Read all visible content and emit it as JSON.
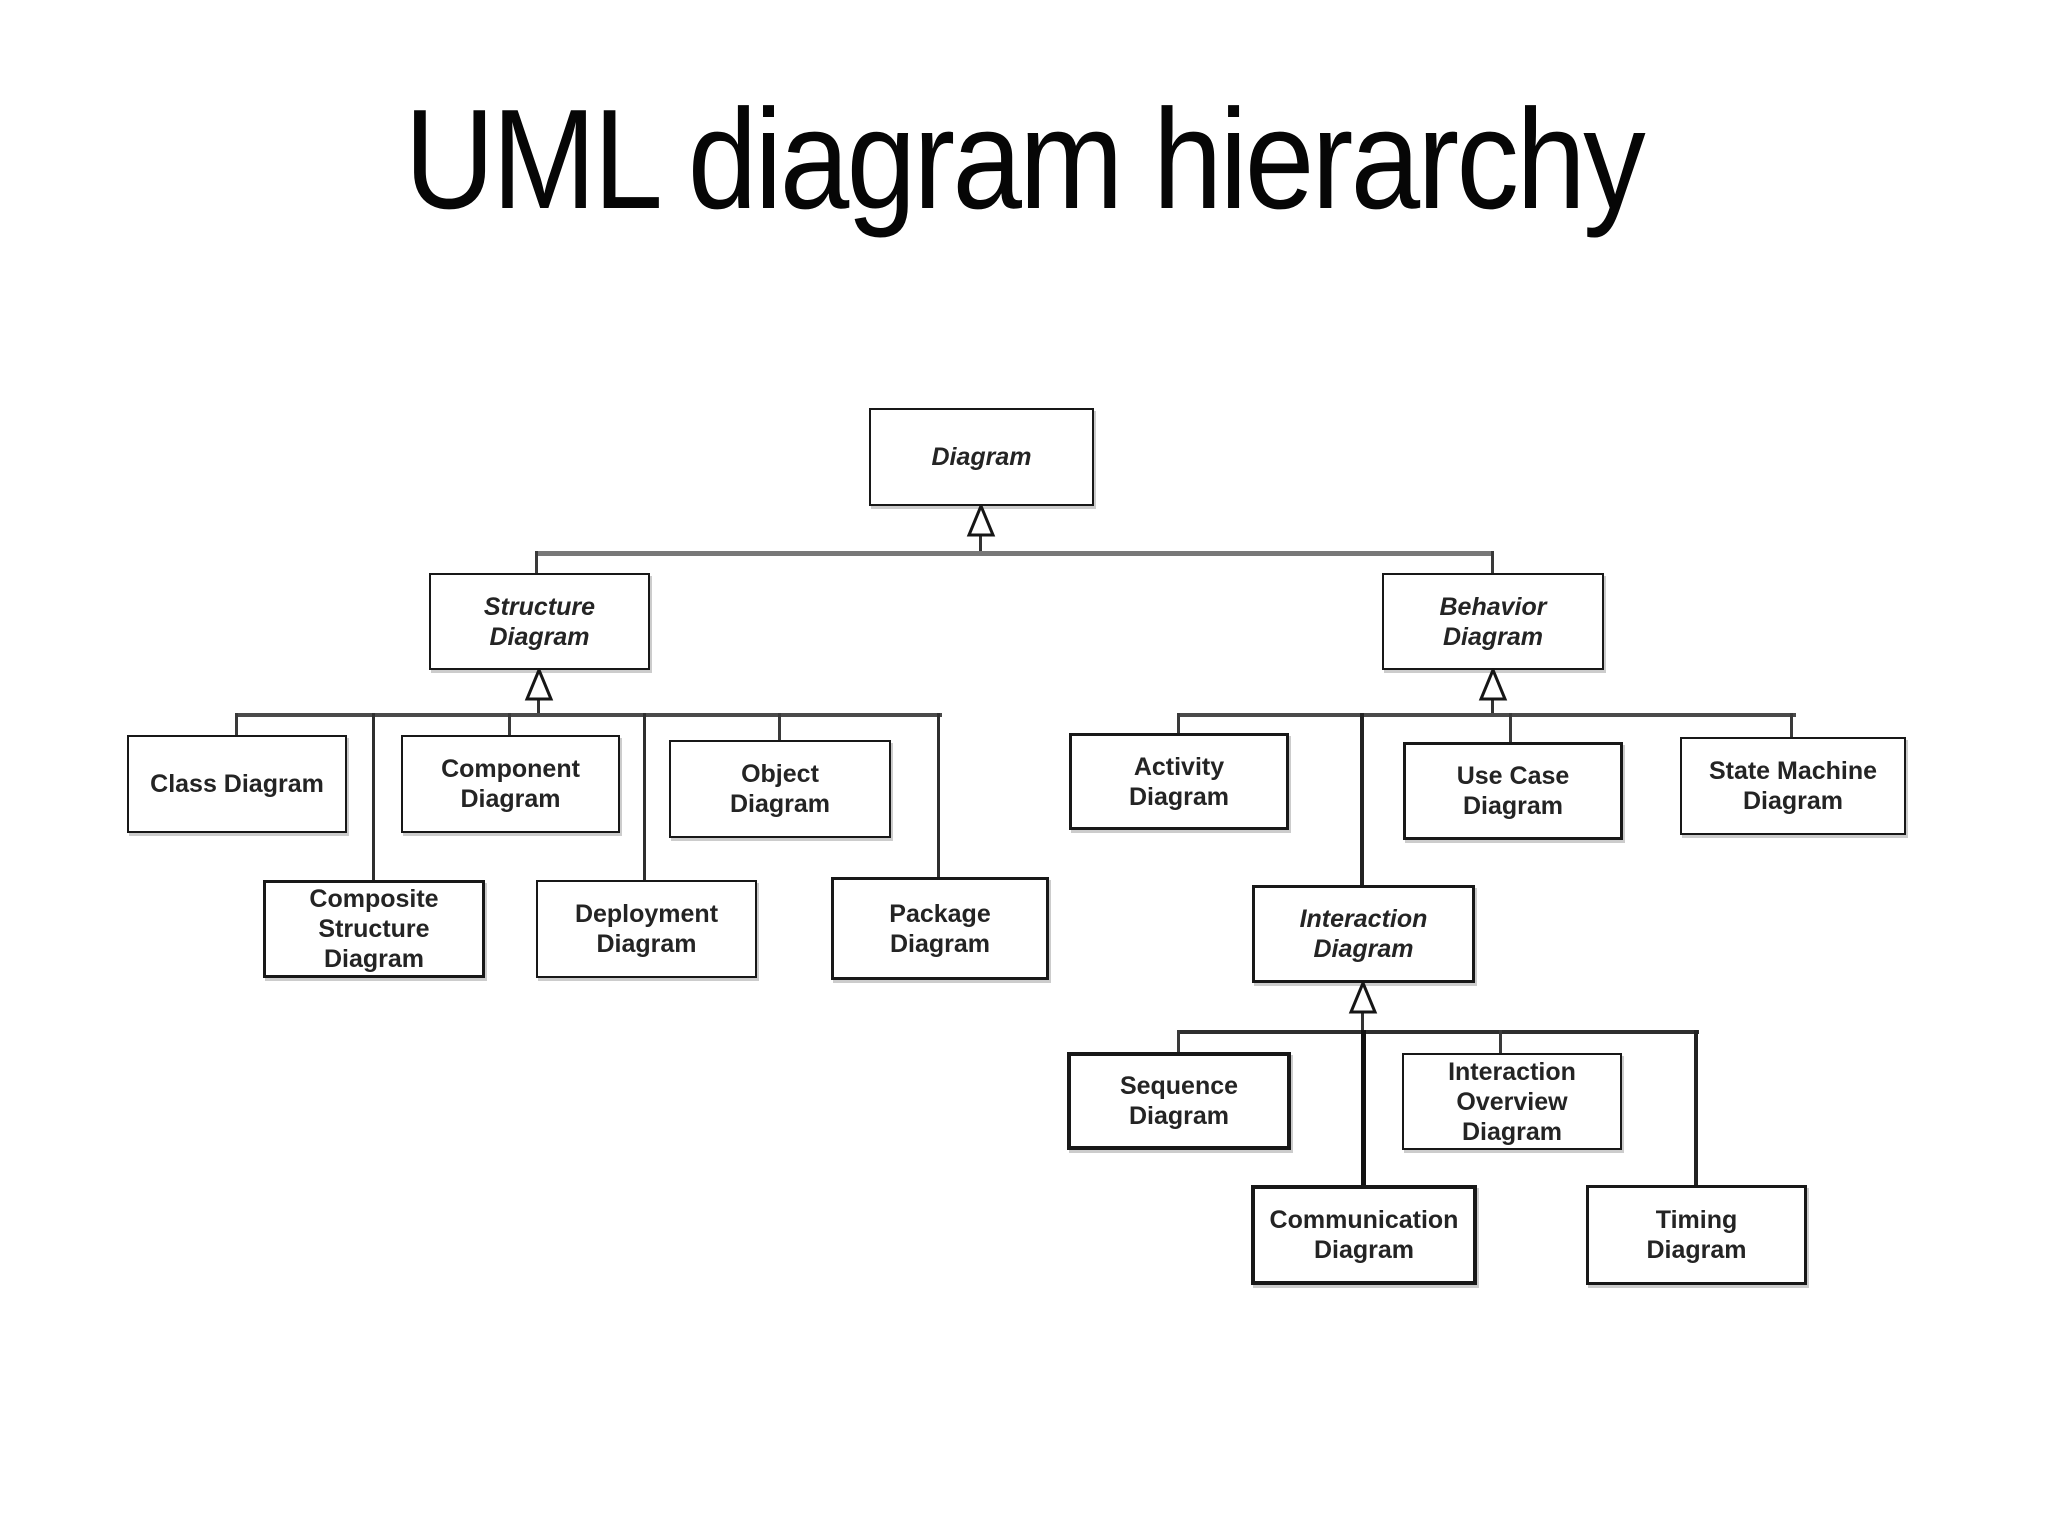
{
  "title": "UML diagram hierarchy",
  "colors": {
    "background": "#ffffff",
    "ink": "#181818",
    "connector": "#4a4a4a",
    "connector_light": "#787878"
  },
  "chart_data": {
    "type": "diagram",
    "diagram_kind": "UML class generalization hierarchy",
    "notation": {
      "generalization_marker": "hollow-triangle-up"
    },
    "nodes": [
      {
        "id": "diagram",
        "label": "Diagram",
        "abstract": true
      },
      {
        "id": "structure-diagram",
        "label": "Structure\nDiagram",
        "abstract": true
      },
      {
        "id": "behavior-diagram",
        "label": "Behavior\nDiagram",
        "abstract": true
      },
      {
        "id": "class-diagram",
        "label": "Class Diagram",
        "abstract": false
      },
      {
        "id": "component-diagram",
        "label": "Component\nDiagram",
        "abstract": false
      },
      {
        "id": "object-diagram",
        "label": "Object\nDiagram",
        "abstract": false
      },
      {
        "id": "composite-structure-diagram",
        "label": "Composite\nStructure\nDiagram",
        "abstract": false
      },
      {
        "id": "deployment-diagram",
        "label": "Deployment\nDiagram",
        "abstract": false
      },
      {
        "id": "package-diagram",
        "label": "Package\nDiagram",
        "abstract": false
      },
      {
        "id": "activity-diagram",
        "label": "Activity\nDiagram",
        "abstract": false
      },
      {
        "id": "use-case-diagram",
        "label": "Use Case\nDiagram",
        "abstract": false
      },
      {
        "id": "state-machine-diagram",
        "label": "State Machine\nDiagram",
        "abstract": false
      },
      {
        "id": "interaction-diagram",
        "label": "Interaction\nDiagram",
        "abstract": true
      },
      {
        "id": "sequence-diagram",
        "label": "Sequence\nDiagram",
        "abstract": false
      },
      {
        "id": "interaction-overview-diagram",
        "label": "Interaction\nOverview\nDiagram",
        "abstract": false
      },
      {
        "id": "communication-diagram",
        "label": "Communication\nDiagram",
        "abstract": false
      },
      {
        "id": "timing-diagram",
        "label": "Timing\nDiagram",
        "abstract": false
      }
    ],
    "edges": [
      {
        "parent": "diagram",
        "children": [
          "structure-diagram",
          "behavior-diagram"
        ],
        "relation": "generalization"
      },
      {
        "parent": "structure-diagram",
        "children": [
          "class-diagram",
          "component-diagram",
          "object-diagram",
          "composite-structure-diagram",
          "deployment-diagram",
          "package-diagram"
        ],
        "relation": "generalization"
      },
      {
        "parent": "behavior-diagram",
        "children": [
          "activity-diagram",
          "use-case-diagram",
          "state-machine-diagram",
          "interaction-diagram"
        ],
        "relation": "generalization"
      },
      {
        "parent": "interaction-diagram",
        "children": [
          "sequence-diagram",
          "communication-diagram",
          "interaction-overview-diagram",
          "timing-diagram"
        ],
        "relation": "generalization"
      }
    ]
  }
}
